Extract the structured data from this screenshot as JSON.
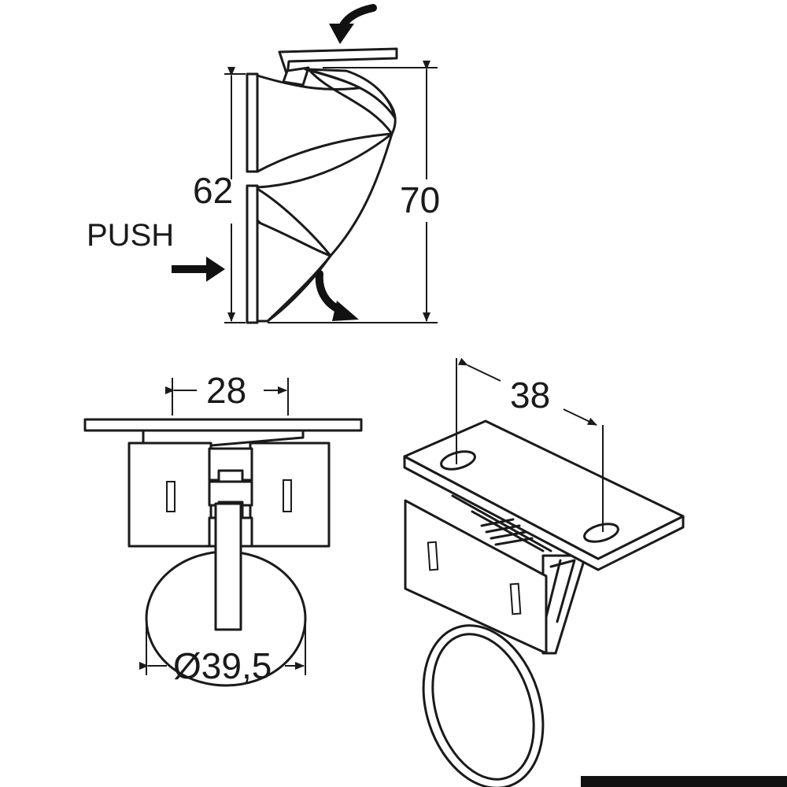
{
  "labels": {
    "side_height_left": "62",
    "side_height_right": "70",
    "push": "PUSH",
    "front_width": "28",
    "diameter": "Ø39,5",
    "iso_width": "38"
  },
  "colors": {
    "line": "#1a1a1a",
    "arrow": "#111111",
    "background": "#ffffff"
  }
}
